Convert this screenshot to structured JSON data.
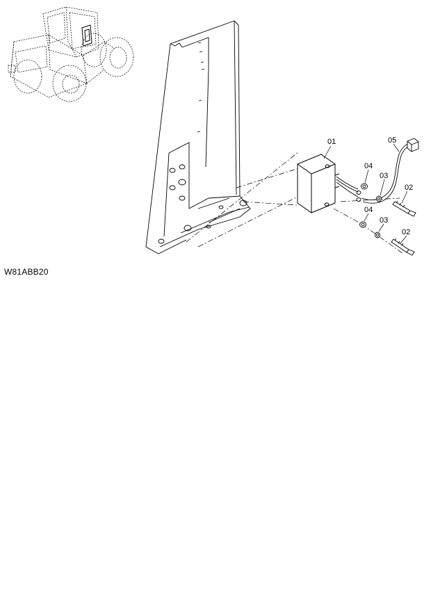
{
  "figure_code": "W81ABB20",
  "callouts": {
    "c01": "01",
    "c05": "05",
    "c04a": "04",
    "c03a": "03",
    "c02a": "02",
    "c04b": "04",
    "c03b": "03",
    "c02b": "02"
  }
}
